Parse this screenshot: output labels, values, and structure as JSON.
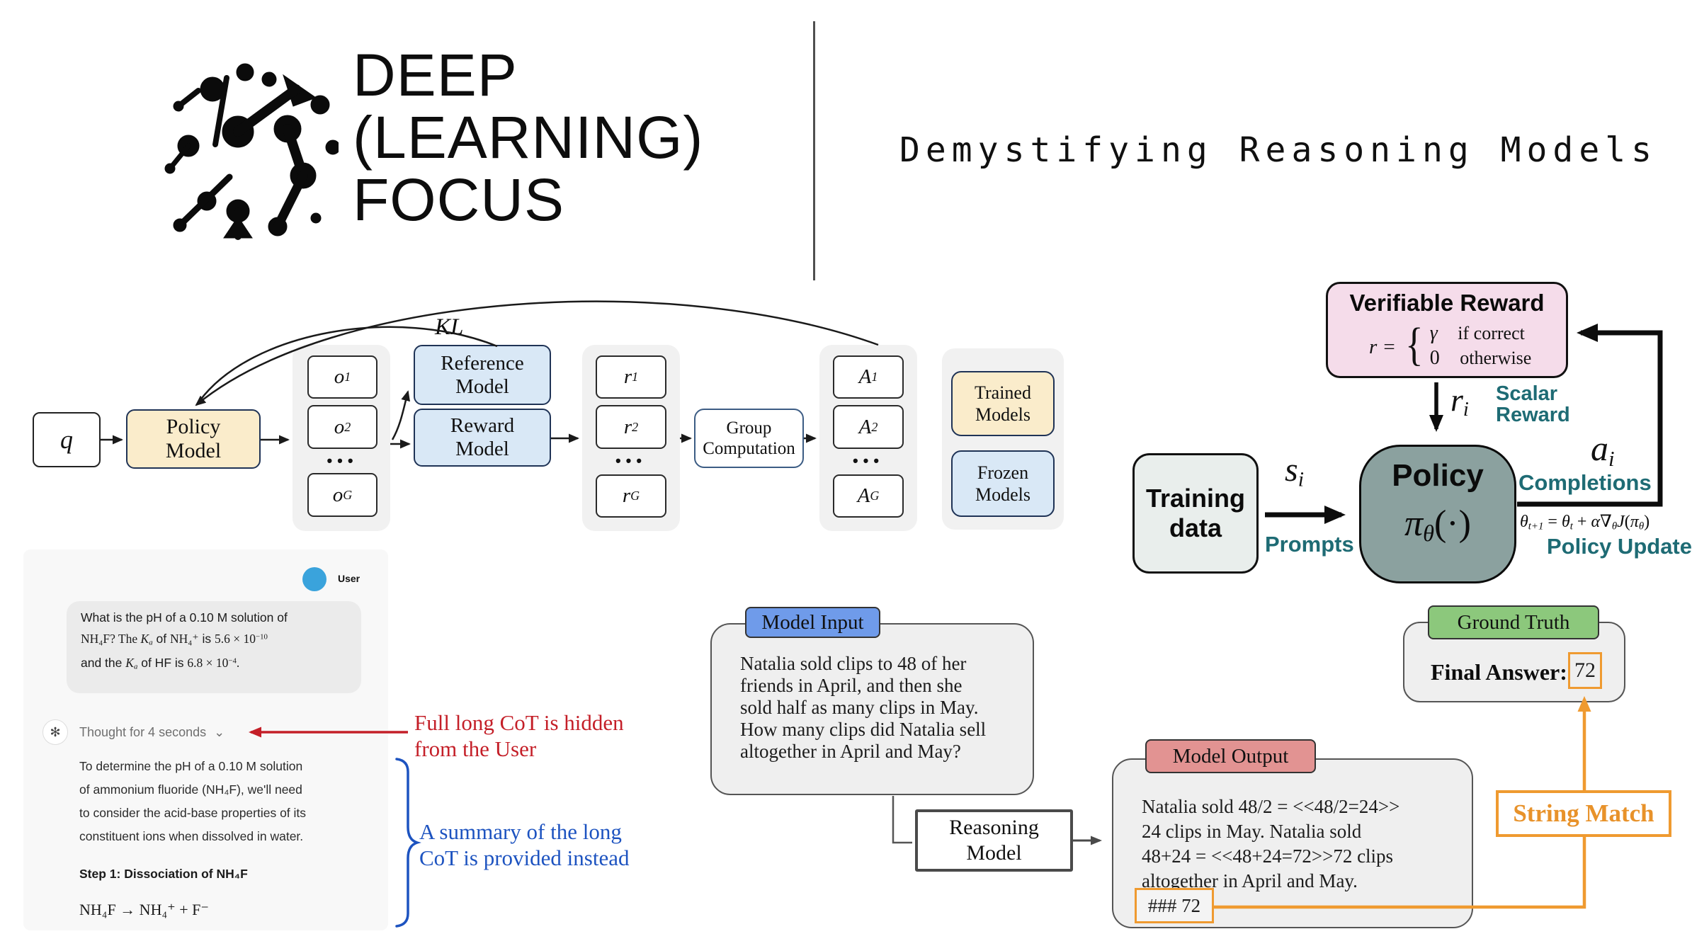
{
  "header": {
    "logo_lines": [
      "DEEP",
      "(LEARNING)",
      "FOCUS"
    ],
    "title": "Demystifying Reasoning Models"
  },
  "colors": {
    "cream": "#faeccb",
    "light_blue": "#d9e8f6",
    "navy_border": "#1f3356",
    "pink": "#f5dcea",
    "policy_gray_teal": "#8ba19f",
    "training_gray": "#e9eeec",
    "teal_text": "#1e6b74",
    "blue_label": "#6f9bea",
    "salmon_label": "#e29392",
    "green_label": "#8cc87c",
    "orange": "#ef9a30",
    "red_annotation": "#c41f28",
    "blue_annotation": "#1d53c0",
    "avatar_blue": "#3aa3dc"
  },
  "grpo": {
    "q_label": "q",
    "policy_model": [
      "Policy",
      "Model"
    ],
    "kl_label": "KL",
    "o_items": [
      {
        "main": "o",
        "sub": "1"
      },
      {
        "main": "o",
        "sub": "2"
      },
      {
        "main": "o",
        "sub": "G"
      }
    ],
    "dots": "•••",
    "reference_model": [
      "Reference",
      "Model"
    ],
    "reward_model": [
      "Reward",
      "Model"
    ],
    "r_items": [
      {
        "main": "r",
        "sub": "1"
      },
      {
        "main": "r",
        "sub": "2"
      },
      {
        "main": "r",
        "sub": "G"
      }
    ],
    "group_computation": [
      "Group",
      "Computation"
    ],
    "a_items": [
      {
        "main": "A",
        "sub": "1"
      },
      {
        "main": "A",
        "sub": "2"
      },
      {
        "main": "A",
        "sub": "G"
      }
    ],
    "legend": {
      "trained": [
        "Trained",
        "Models"
      ],
      "frozen": [
        "Frozen",
        "Models"
      ]
    }
  },
  "rl": {
    "verifiable_reward": {
      "title": "Verifiable Reward",
      "lhs": "r =",
      "brace": "{",
      "cases": [
        {
          "value": "γ",
          "cond": "if correct"
        },
        {
          "value": "0",
          "cond": "otherwise"
        }
      ]
    },
    "r_i": {
      "main": "r",
      "sub": "i"
    },
    "scalar_reward": [
      "Scalar",
      "Reward"
    ],
    "training_data": [
      "Training",
      "data"
    ],
    "s_i": {
      "main": "s",
      "sub": "i"
    },
    "prompts_label": "Prompts",
    "policy_title": "Policy",
    "policy_formula": [
      {
        "t": "π",
        "c": "mi"
      },
      {
        "t": "θ",
        "c": "sub mi"
      },
      {
        "t": "(",
        "c": "m"
      },
      {
        "t": "·",
        "c": "m"
      },
      {
        "t": ")",
        "c": "m"
      }
    ],
    "a_i": {
      "main": "a",
      "sub": "i"
    },
    "completions_label": "Completions",
    "update_formula": [
      {
        "t": "θ",
        "c": "mi"
      },
      {
        "t": "t+1",
        "c": "sub mi"
      },
      {
        "t": " = ",
        "c": "m"
      },
      {
        "t": "θ",
        "c": "mi"
      },
      {
        "t": "t",
        "c": "sub mi"
      },
      {
        "t": " + ",
        "c": "m"
      },
      {
        "t": "α",
        "c": "mi"
      },
      {
        "t": "∇",
        "c": "m"
      },
      {
        "t": "θ",
        "c": "sub mi"
      },
      {
        "t": "J",
        "c": "mi"
      },
      {
        "t": "(",
        "c": "m"
      },
      {
        "t": "π",
        "c": "mi"
      },
      {
        "t": "θ",
        "c": "sub mi"
      },
      {
        "t": ")",
        "c": "m"
      }
    ],
    "policy_update_label": "Policy Update"
  },
  "chat": {
    "user_label": "User",
    "bubble_line1": "What is the pH of a 0.10 M solution of",
    "bubble_line2": [
      {
        "t": "NH₄F? The ",
        "c": "m"
      },
      {
        "t": "K",
        "c": "mi"
      },
      {
        "t": "a",
        "c": "sub mi"
      },
      {
        "t": " of ",
        "c": ""
      },
      {
        "t": "NH₄⁺",
        "c": "m"
      },
      {
        "t": " is ",
        "c": ""
      },
      {
        "t": "5.6 × 10",
        "c": "m"
      },
      {
        "t": "−10",
        "c": "sup m"
      }
    ],
    "bubble_line3": [
      {
        "t": "and the ",
        "c": ""
      },
      {
        "t": "K",
        "c": "mi"
      },
      {
        "t": "a",
        "c": "sub mi"
      },
      {
        "t": " of HF is ",
        "c": ""
      },
      {
        "t": "6.8 × 10",
        "c": "m"
      },
      {
        "t": "−4",
        "c": "sup m"
      },
      {
        "t": ".",
        "c": "m"
      }
    ],
    "gpt_icon_glyph": "✻",
    "thought_label": "Thought for 4 seconds",
    "thought_chevron": "⌄",
    "response_lines": [
      "To determine the pH of a 0.10 M solution",
      "of ammonium fluoride (NH₄F), we'll need",
      "to consider the acid-base properties of its",
      "constituent ions when dissolved in water."
    ],
    "step_heading": "Step 1: Dissociation of NH₄F",
    "equation": [
      {
        "t": "NH₄F → NH₄⁺ + F⁻",
        "c": "m"
      }
    ]
  },
  "annotations": {
    "red_lines": [
      "Full long CoT is hidden",
      "from the User"
    ],
    "blue_lines": [
      "A summary of the long",
      "CoT is provided instead"
    ]
  },
  "pipeline": {
    "model_input": {
      "label": "Model Input",
      "lines": [
        "Natalia sold clips to 48 of her",
        "friends in April, and then she",
        "sold half as many clips in May.",
        "How many clips did Natalia sell",
        "altogether in April and May?"
      ]
    },
    "reasoning_model": [
      "Reasoning",
      "Model"
    ],
    "model_output": {
      "label": "Model Output",
      "lines": [
        "Natalia sold 48/2 = <<48/2=24>>",
        "24 clips in May. Natalia sold",
        "48+24 = <<48+24=72>>72 clips",
        "altogether in April and May."
      ],
      "answer": "### 72"
    },
    "ground_truth": {
      "label": "Ground Truth",
      "final_answer_label": "Final Answer:",
      "answer": "72"
    },
    "string_match_label": "String Match"
  }
}
